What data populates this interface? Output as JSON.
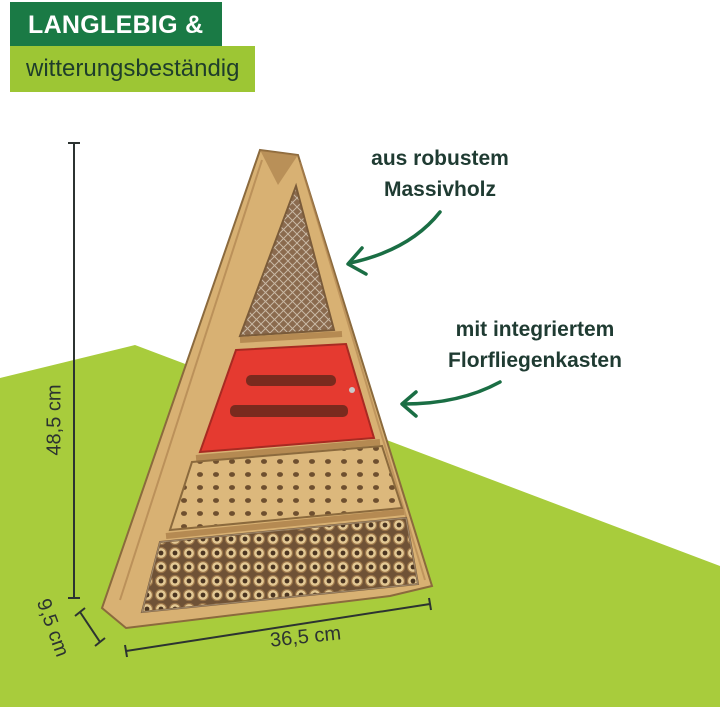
{
  "header": {
    "title": "LANGLEBIG &",
    "subtitle": "witterungsbeständig"
  },
  "callouts": [
    {
      "lines": [
        "aus robustem",
        "Massivholz"
      ]
    },
    {
      "lines": [
        "mit integriertem",
        "Florfliegenkasten"
      ]
    }
  ],
  "dimensions": {
    "height": "48,5 cm",
    "width": "36,5 cm",
    "depth": "9,5 cm"
  },
  "colors": {
    "header_dark_green": "#1a7a45",
    "header_light_green": "#9dc634",
    "background_green": "#a8cc3c",
    "panel_red": "#e53a30",
    "wood": "#d9b273",
    "callout_text": "#1f3b32",
    "arrow_green": "#1a6e44"
  }
}
